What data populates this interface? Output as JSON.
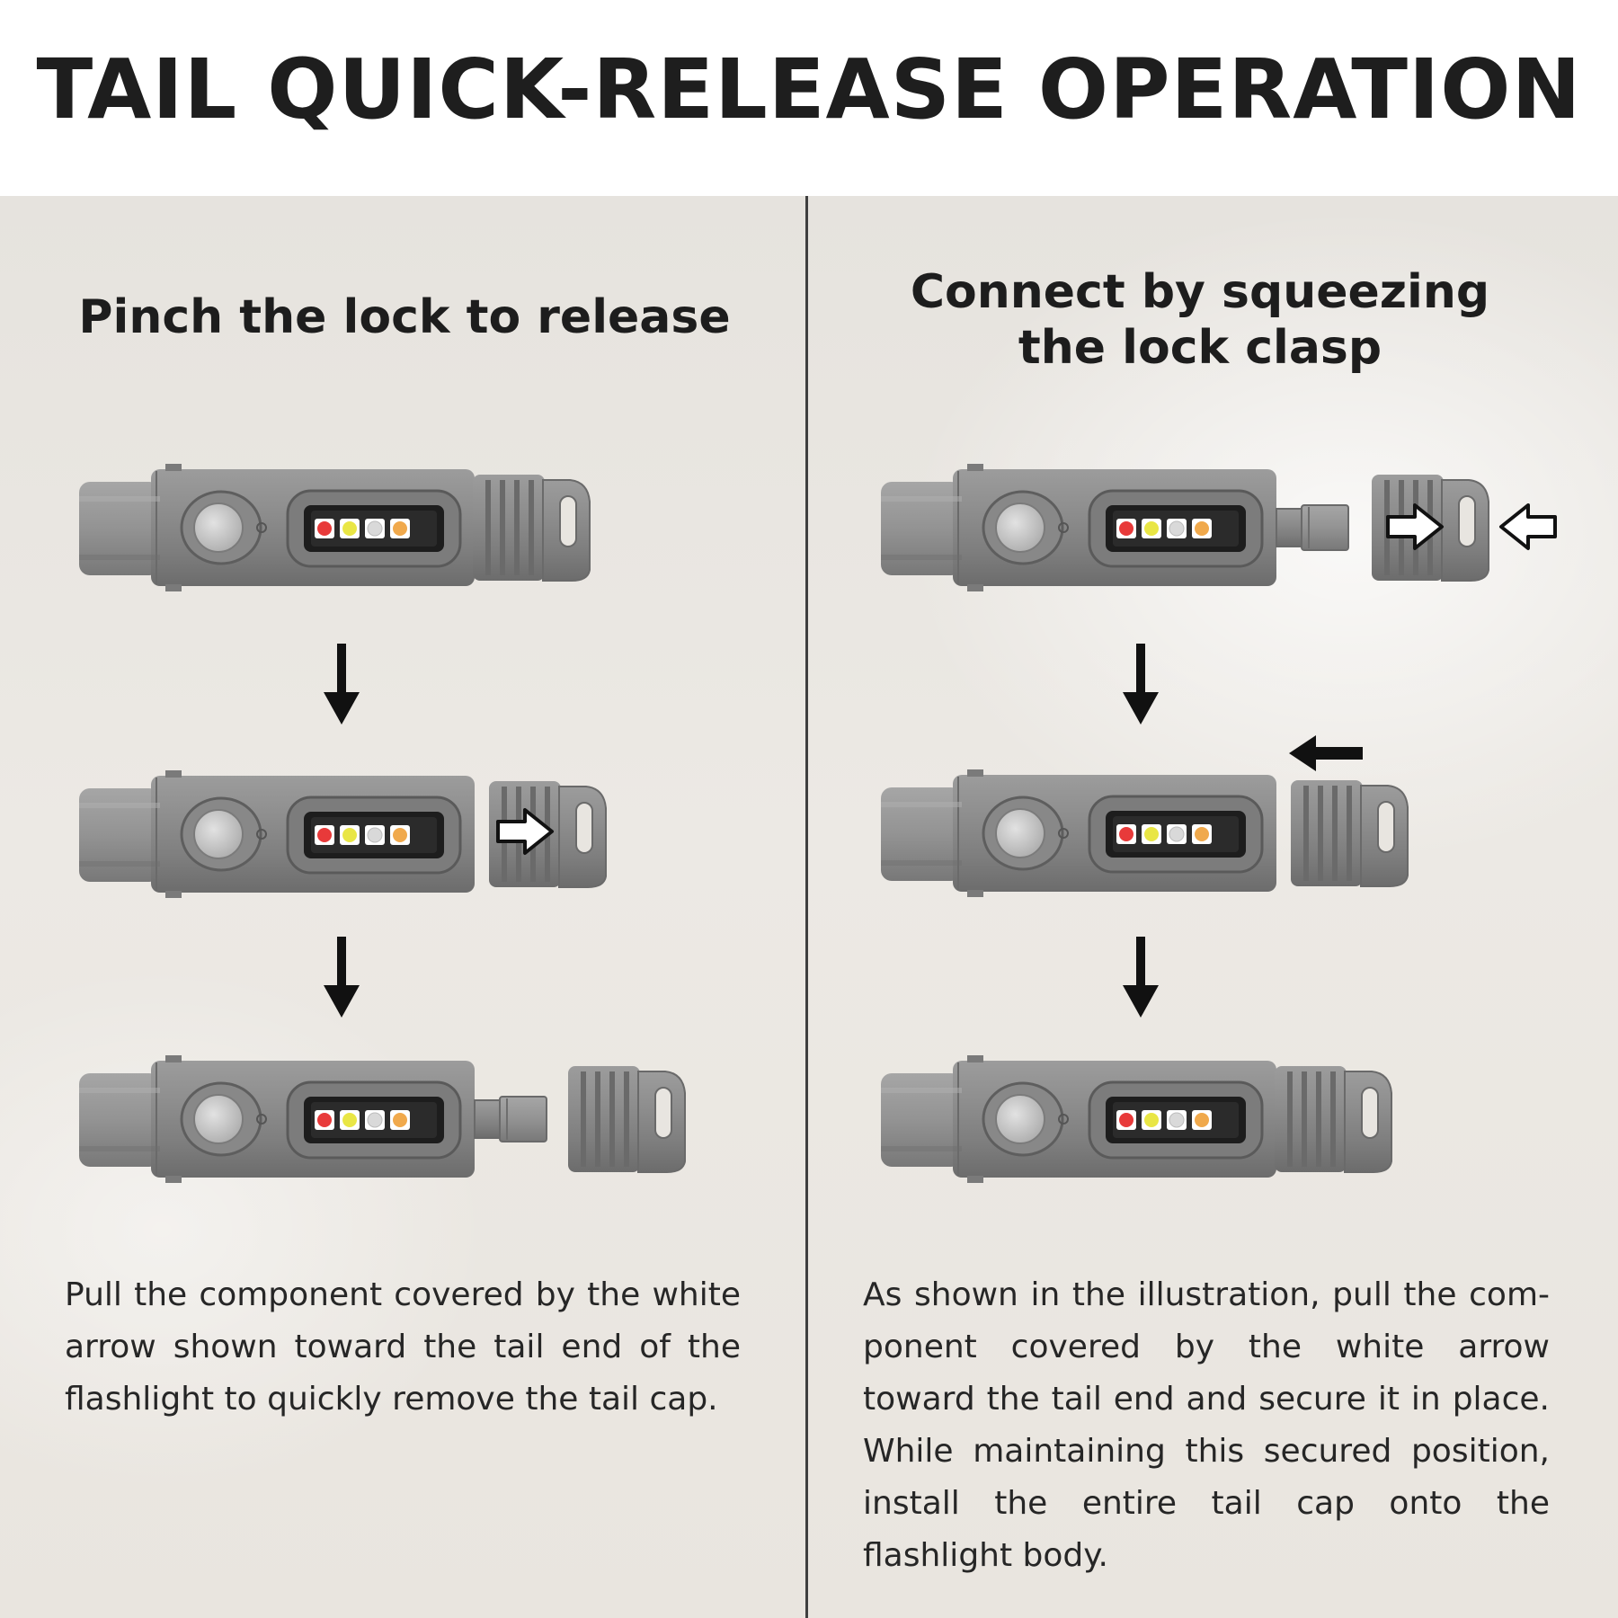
{
  "title": "TAIL QUICK-RELEASE OPERATION",
  "left_panel": {
    "heading": "Pinch the lock to release",
    "description": "Pull the component covered by the white arrow shown toward the tail end of the flashlight to quickly remove the tail cap."
  },
  "right_panel": {
    "heading_line1": "Connect by squeezing",
    "heading_line2": "the lock clasp",
    "description": "As shown in the illustration, pull the com-ponent covered by the white arrow toward the tail end and secure it in place. While maintaining this secured position, install the entire tail cap onto the flashlight body."
  },
  "colors": {
    "body_metal": "#8a8a8a",
    "led_red": "#e83a3a",
    "led_yellow": "#e9e645",
    "led_white": "#d9d9d9",
    "led_orange": "#f0a94c"
  }
}
